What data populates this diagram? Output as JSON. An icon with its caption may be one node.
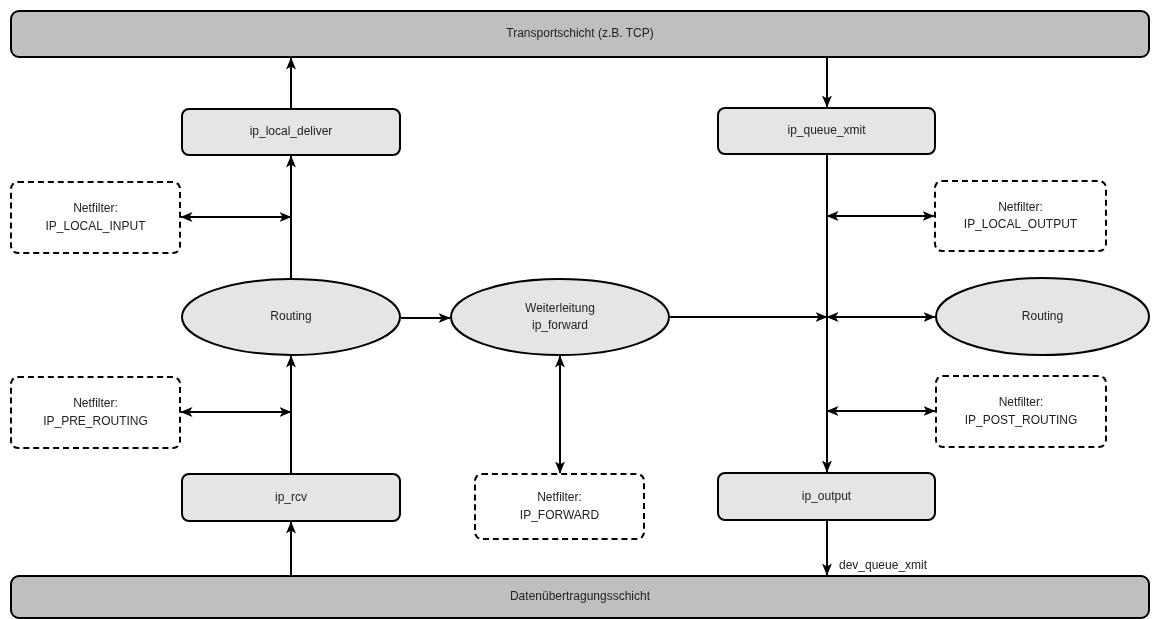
{
  "diagram": {
    "nodes": [
      {
        "text": [
          "Transportschicht (z.B. TCP)"
        ]
      },
      {
        "text": [
          "ip_local_deliver"
        ]
      },
      {
        "text": [
          "ip_queue_xmit"
        ]
      },
      {
        "text": [
          "Netfilter:",
          "IP_LOCAL_INPUT"
        ]
      },
      {
        "text": [
          "Netfilter:",
          "IP_LOCAL_OUTPUT"
        ]
      },
      {
        "text": [
          "Routing"
        ]
      },
      {
        "text": [
          "Weiterleitung",
          "ip_forward"
        ]
      },
      {
        "text": [
          "Routing"
        ]
      },
      {
        "text": [
          "Netfilter:",
          "IP_PRE_ROUTING"
        ]
      },
      {
        "text": [
          "Netfilter:",
          "IP_POST_ROUTING"
        ]
      },
      {
        "text": [
          "ip_rcv"
        ]
      },
      {
        "text": [
          "Netfilter:",
          "IP_FORWARD"
        ]
      },
      {
        "text": [
          "ip_output"
        ]
      },
      {
        "text": [
          "Datenübertragungsschicht"
        ]
      }
    ],
    "edges": [
      {
        "from": 13,
        "to": 10,
        "arrow": "to"
      },
      {
        "from": 10,
        "to": 5,
        "arrow": "to"
      },
      {
        "from": 5,
        "to": 1,
        "arrow": "to"
      },
      {
        "from": 1,
        "to": 0,
        "arrow": "to"
      },
      {
        "from": 0,
        "to": 2,
        "arrow": "to"
      },
      {
        "from": 2,
        "to": 12,
        "arrow": "to"
      },
      {
        "from": 5,
        "to": 6,
        "arrow": "to"
      },
      {
        "from": 6,
        "to": null,
        "arrow": "to"
      },
      {
        "from": 3,
        "to": null,
        "arrow": "both"
      },
      {
        "from": 8,
        "to": null,
        "arrow": "both"
      },
      {
        "from": 4,
        "to": null,
        "arrow": "both"
      },
      {
        "from": 9,
        "to": null,
        "arrow": "both"
      },
      {
        "from": 7,
        "to": null,
        "arrow": "both"
      },
      {
        "from": 6,
        "to": 11,
        "arrow": "both"
      },
      {
        "from": 12,
        "to": 13,
        "arrow": "to",
        "label": "dev_queue_xmit"
      }
    ]
  }
}
